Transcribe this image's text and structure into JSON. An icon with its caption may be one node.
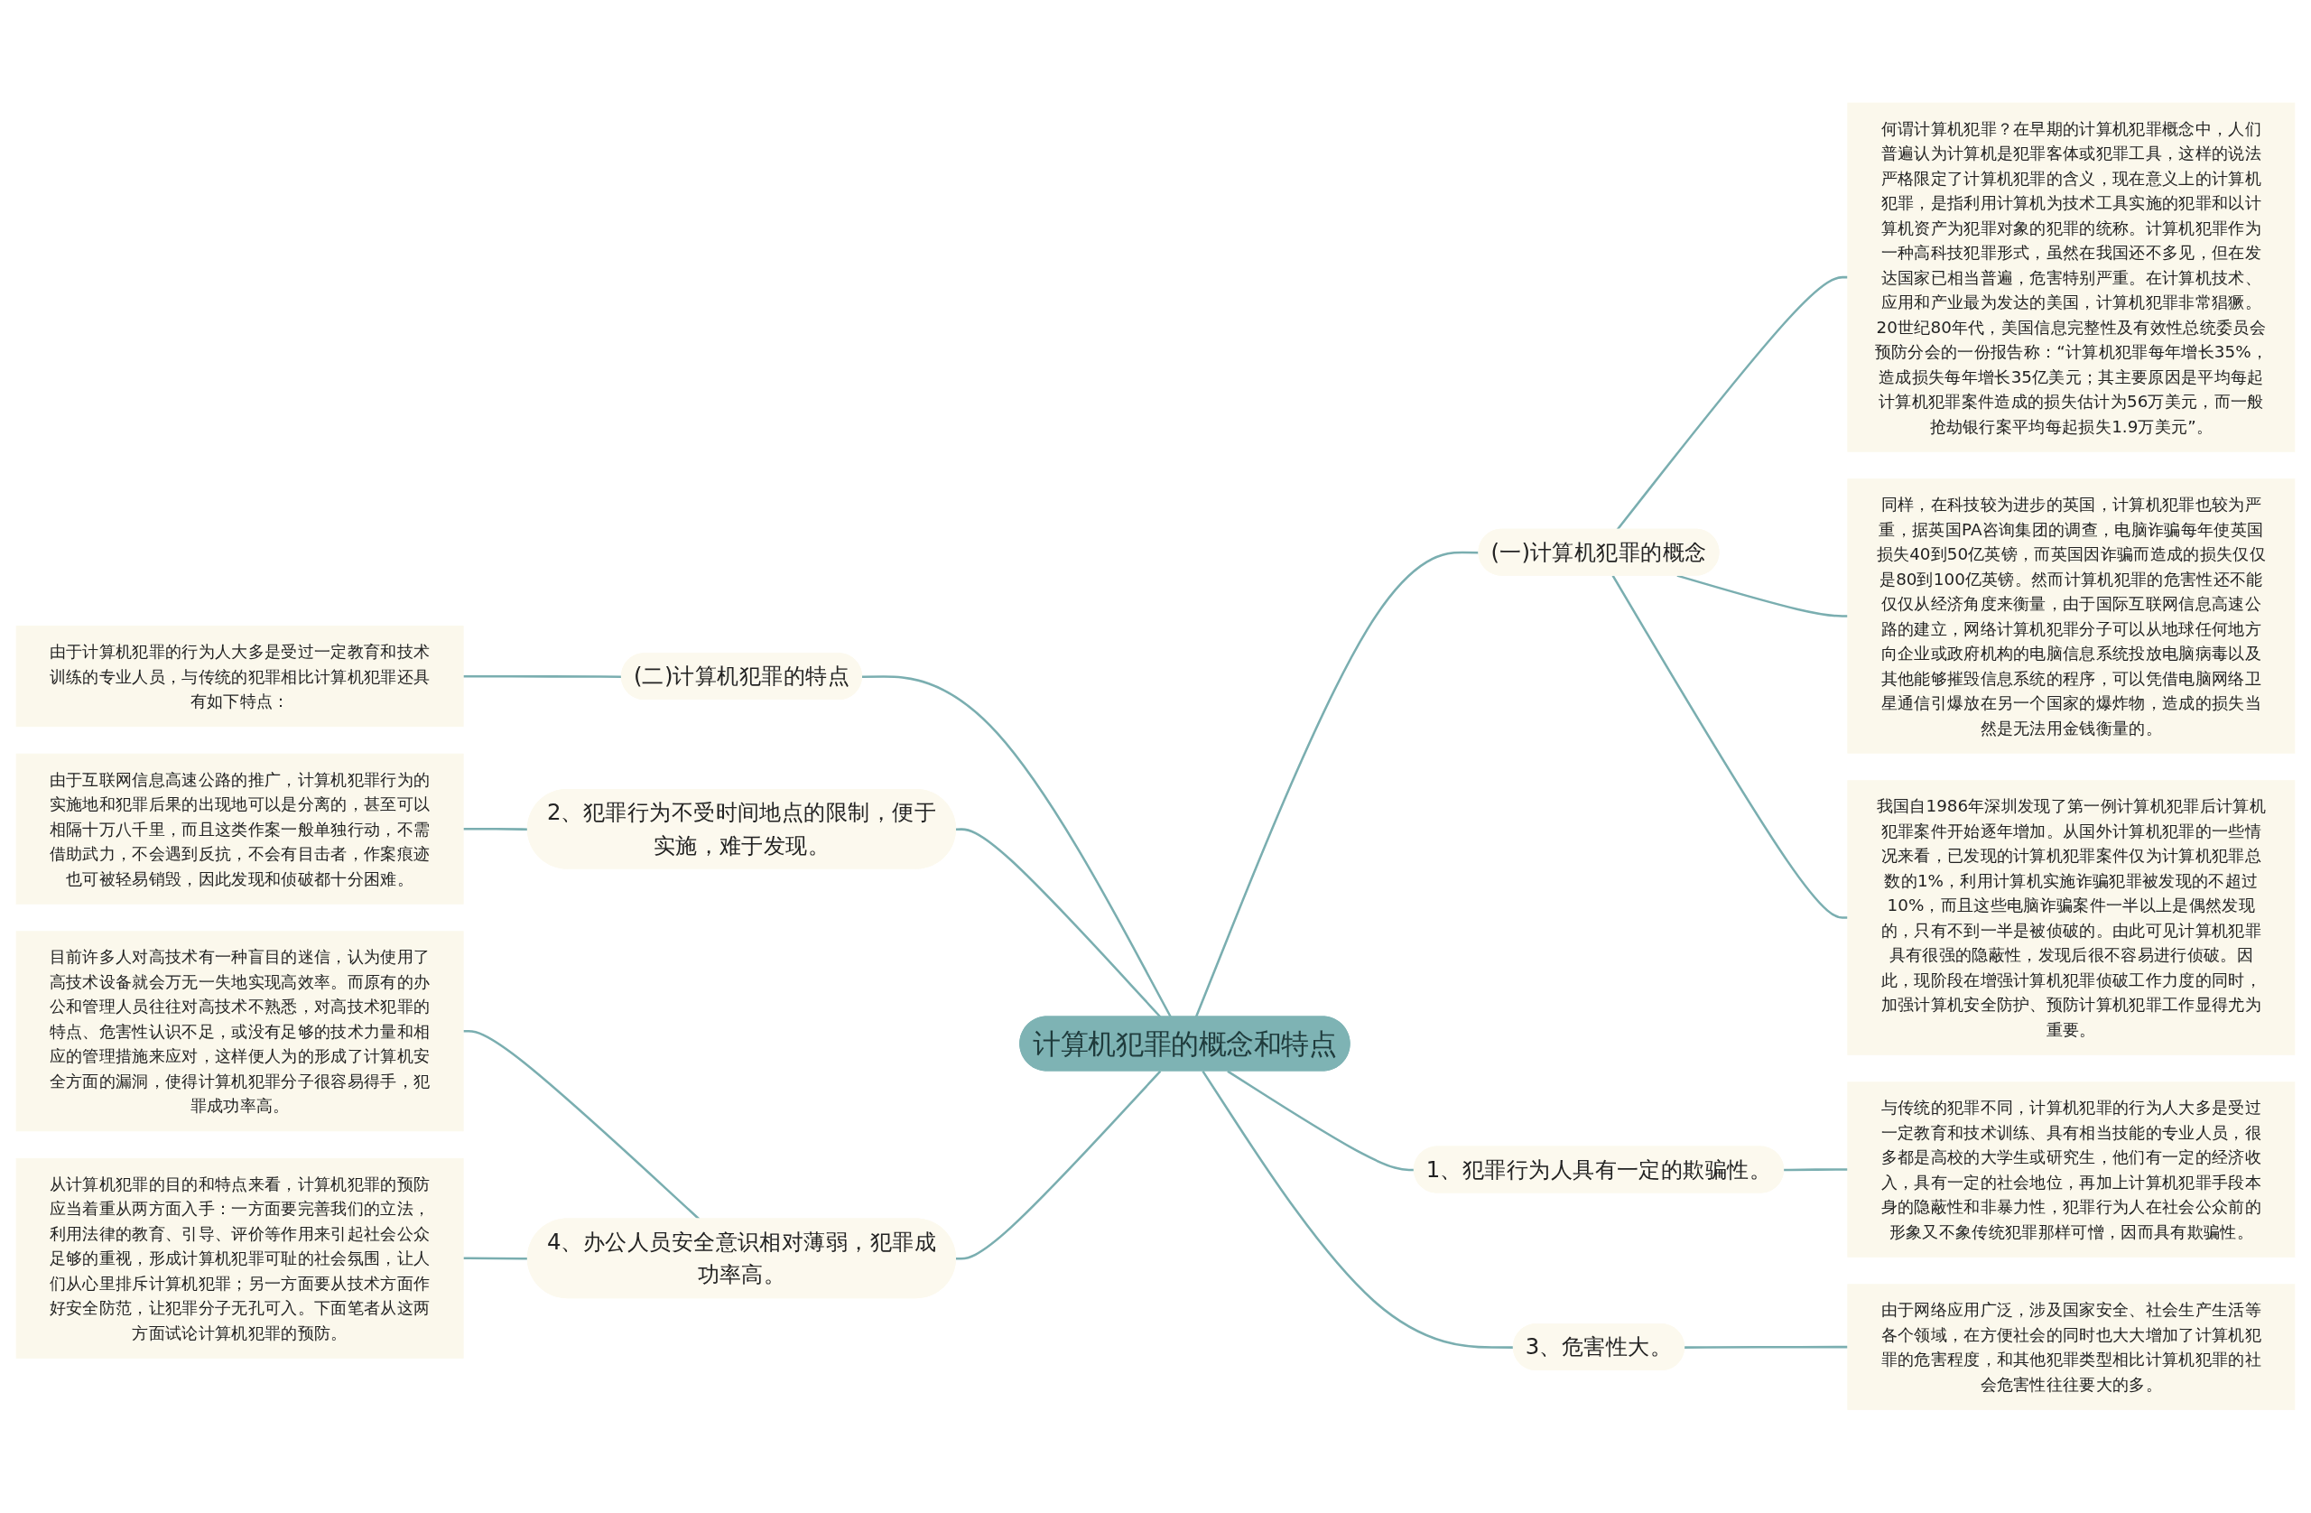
{
  "diagram": {
    "nodes": [
      {
        "text": [
          "计算机犯罪的概念和特点"
        ]
      },
      {
        "text": [
          "(一)计算机犯罪的概念"
        ]
      },
      {
        "text": [
          "何谓计算机犯罪？在早期的计算机犯罪概念中，人们普遍认为计算机是犯罪客体或犯罪工具，这样的说法严格限定了计算机犯罪的含义，现在意义上的计算机犯罪，是指利用计算机为技术工具实施的犯罪和以计算机资产为犯罪对象的犯罪的统称。计算机犯罪作为一种高科技犯罪形式，虽然在我国还不多见，但在发达国家已相当普遍，危害特别严重。在计算机技术、应用和产业最为发达的美国，计算机犯罪非常猖獗。20世纪80年代，美国信息完整性及有效性总统委员会预防分会的一份报告称：“计算机犯罪每年增长35%，造成损失每年增长35亿美元；其主要原因是平均每起计算机犯罪案件造成的损失估计为56万美元，而一般抢劫银行案平均每起损失1.9万美元”。"
        ]
      },
      {
        "text": [
          "同样，在科技较为进步的英国，计算机犯罪也较为严重，据英国PA咨询集团的调查，电脑诈骗每年使英国损失40到50亿英镑，而英国因诈骗而造成的损失仅仅是80到100亿英镑。然而计算机犯罪的危害性还不能仅仅从经济角度来衡量，由于国际互联网信息高速公路的建立，网络计算机犯罪分子可以从地球任何地方向企业或政府机构的电脑信息系统投放电脑病毒以及其他能够摧毁信息系统的程序，可以凭借电脑网络卫星通信引爆放在另一个国家的爆炸物，造成的损失当然是无法用金钱衡量的。"
        ]
      },
      {
        "text": [
          "我国自1986年深圳发现了第一例计算机犯罪后计算机犯罪案件开始逐年增加。从国外计算机犯罪的一些情况来看，已发现的计算机犯罪案件仅为计算机犯罪总数的1%，利用计算机实施诈骗犯罪被发现的不超过10%，而且这些电脑诈骗案件一半以上是偶然发现的，只有不到一半是被侦破的。由此可见计算机犯罪具有很强的隐蔽性，发现后很不容易进行侦破。因此，现阶段在增强计算机犯罪侦破工作力度的同时，加强计算机安全防护、预防计算机犯罪工作显得尤为重要。"
        ]
      },
      {
        "text": [
          "1、犯罪行为人具有一定的欺骗性。"
        ]
      },
      {
        "text": [
          "与传统的犯罪不同，计算机犯罪的行为人大多是受过一定教育和技术训练、具有相当技能的专业人员，很多都是高校的大学生或研究生，他们有一定的经济收入，具有一定的社会地位，再加上计算机犯罪手段本身的隐蔽性和非暴力性，犯罪行为人在社会公众前的形象又不象传统犯罪那样可憎，因而具有欺骗性。"
        ]
      },
      {
        "text": [
          "3、危害性大。"
        ]
      },
      {
        "text": [
          "由于网络应用广泛，涉及国家安全、社会生产生活等各个领域，在方便社会的同时也大大增加了计算机犯罪的危害程度，和其他犯罪类型相比计算机犯罪的社会危害性往往要大的多。"
        ]
      },
      {
        "text": [
          "(二)计算机犯罪的特点"
        ]
      },
      {
        "text": [
          "由于计算机犯罪的行为人大多是受过一定教育和技术训练的专业人员，与传统的犯罪相比计算机犯罪还具有如下特点："
        ]
      },
      {
        "text": [
          "2、犯罪行为不受时间地点的限制，便于实施，难于发现。"
        ]
      },
      {
        "text": [
          "由于互联网信息高速公路的推广，计算机犯罪行为的实施地和犯罪后果的出现地可以是分离的，甚至可以相隔十万八千里，而且这类作案一般单独行动，不需借助武力，不会遇到反抗，不会有目击者，作案痕迹也可被轻易销毁，因此发现和侦破都十分困难。"
        ]
      },
      {
        "text": [
          "4、办公人员安全意识相对薄弱，犯罪成功率高。"
        ]
      },
      {
        "text": [
          "目前许多人对高技术有一种盲目的迷信，认为使用了高技术设备就会万无一失地实现高效率。而原有的办公和管理人员往往对高技术不熟悉，对高技术犯罪的特点、危害性认识不足，或没有足够的技术力量和相应的管理措施来应对，这样便人为的形成了计算机安全方面的漏洞，使得计算机犯罪分子很容易得手，犯罪成功率高。"
        ]
      },
      {
        "text": [
          "从计算机犯罪的目的和特点来看，计算机犯罪的预防应当着重从两方面入手：一方面要完善我们的立法，利用法律的教育、引导、评价等作用来引起社会公众足够的重视，形成计算机犯罪可耻的社会氛围，让人们从心里排斥计算机犯罪；另一方面要从技术方面作好安全防范，让犯罪分子无孔可入。下面笔者从这两方面试论计算机犯罪的预防。"
        ]
      }
    ],
    "edges": [
      {
        "from": 0,
        "to": 1,
        "arrow": "none"
      },
      {
        "from": 1,
        "to": 2,
        "arrow": "none"
      },
      {
        "from": 1,
        "to": 3,
        "arrow": "none"
      },
      {
        "from": 1,
        "to": 4,
        "arrow": "none"
      },
      {
        "from": 0,
        "to": 5,
        "arrow": "none"
      },
      {
        "from": 5,
        "to": 6,
        "arrow": "none"
      },
      {
        "from": 0,
        "to": 7,
        "arrow": "none"
      },
      {
        "from": 7,
        "to": 8,
        "arrow": "none"
      },
      {
        "from": 0,
        "to": 9,
        "arrow": "none"
      },
      {
        "from": 9,
        "to": 10,
        "arrow": "none"
      },
      {
        "from": 0,
        "to": 11,
        "arrow": "none"
      },
      {
        "from": 11,
        "to": 12,
        "arrow": "none"
      },
      {
        "from": 0,
        "to": 13,
        "arrow": "none"
      },
      {
        "from": 13,
        "to": 14,
        "arrow": "none"
      },
      {
        "from": 13,
        "to": 15,
        "arrow": "none"
      }
    ]
  }
}
